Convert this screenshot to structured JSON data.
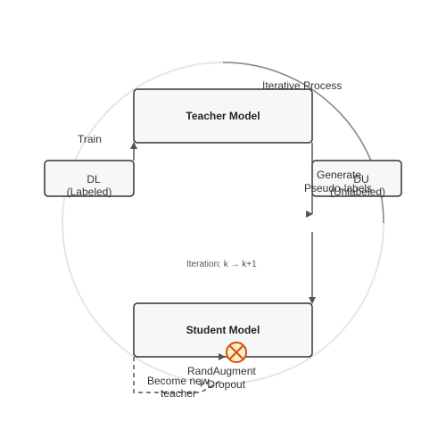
{
  "nodes": {
    "teacher": {
      "label": "Teacher Model"
    },
    "student": {
      "label": "Student Model"
    },
    "dl": {
      "line1": "DL",
      "line2": "(Labeled)"
    },
    "du": {
      "line1": "DU",
      "line2": "(Unlabeled)"
    }
  },
  "labels": {
    "iterative_process": "Iterative Process",
    "train": "Train",
    "generate_line1": "Generate",
    "generate_line2": "Pseudo-labels",
    "iteration": "Iteration: k → k+1",
    "randaugment_line1": "RandAugment",
    "randaugment_line2": "+ Dropout",
    "become_line1": "Become new",
    "become_line2": "teacher"
  },
  "colors": {
    "node_fill": "#f7f7f7",
    "node_stroke": "#333333",
    "arrow": "#555555",
    "cycle_circle": "#e6e6e6",
    "cycle_arc": "#888888",
    "noise_symbol": "#d35400"
  },
  "icons": {
    "noise": "crossed-circle-icon"
  }
}
